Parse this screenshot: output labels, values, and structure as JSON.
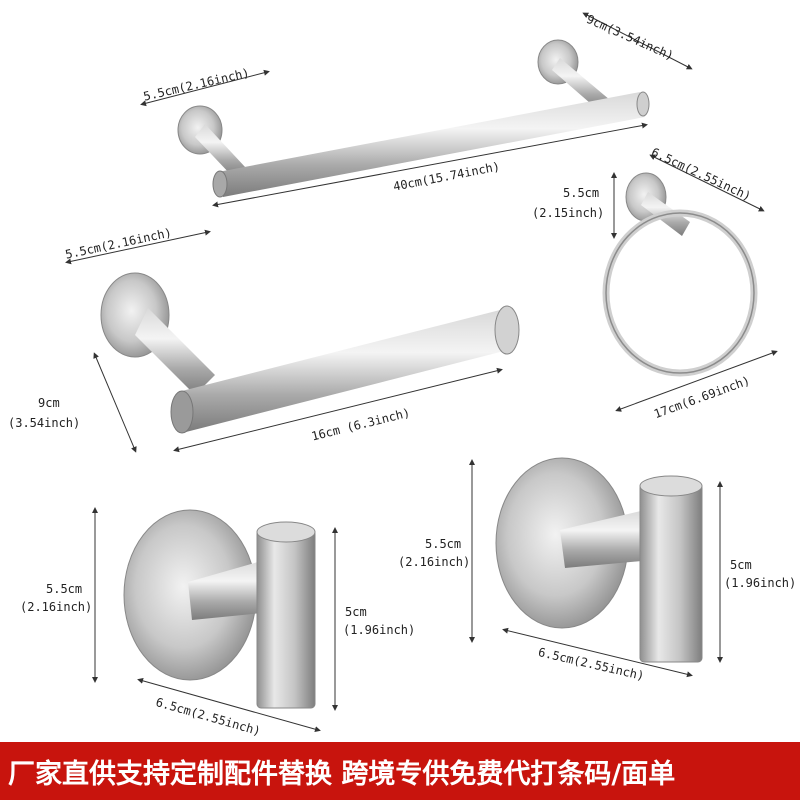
{
  "labels": {
    "towel_bar_depth": "9cm(3.54inch)",
    "towel_bar_base": "5.5cm(2.16inch)",
    "towel_bar_length": "40cm(15.74inch)",
    "ring_depth": "6.5cm(2.55inch)",
    "ring_base_a": "5.5cm",
    "ring_base_b": "(2.15inch)",
    "ring_width": "17cm(6.69inch)",
    "paper_holder_base": "5.5cm(2.16inch)",
    "paper_holder_height_a": "9cm",
    "paper_holder_height_b": "(3.54inch)",
    "paper_holder_length": "16cm (6.3inch)",
    "hook1_base_a": "5.5cm",
    "hook1_base_b": "(2.16inch)",
    "hook1_height_a": "5cm",
    "hook1_height_b": "(1.96inch)",
    "hook1_depth": "6.5cm(2.55inch)",
    "hook2_base_a": "5.5cm",
    "hook2_base_b": "(2.16inch)",
    "hook2_height_a": "5cm",
    "hook2_height_b": "(1.96inch)",
    "hook2_depth": "6.5cm(2.55inch)"
  },
  "banner": {
    "text": "厂家直供支持定制配件替换 跨境专供免费代打条码/面单",
    "color": "#c8140d"
  },
  "colors": {
    "metal_light": "#e6e6e6",
    "metal_dark": "#8a8a8a",
    "line": "#333333"
  }
}
